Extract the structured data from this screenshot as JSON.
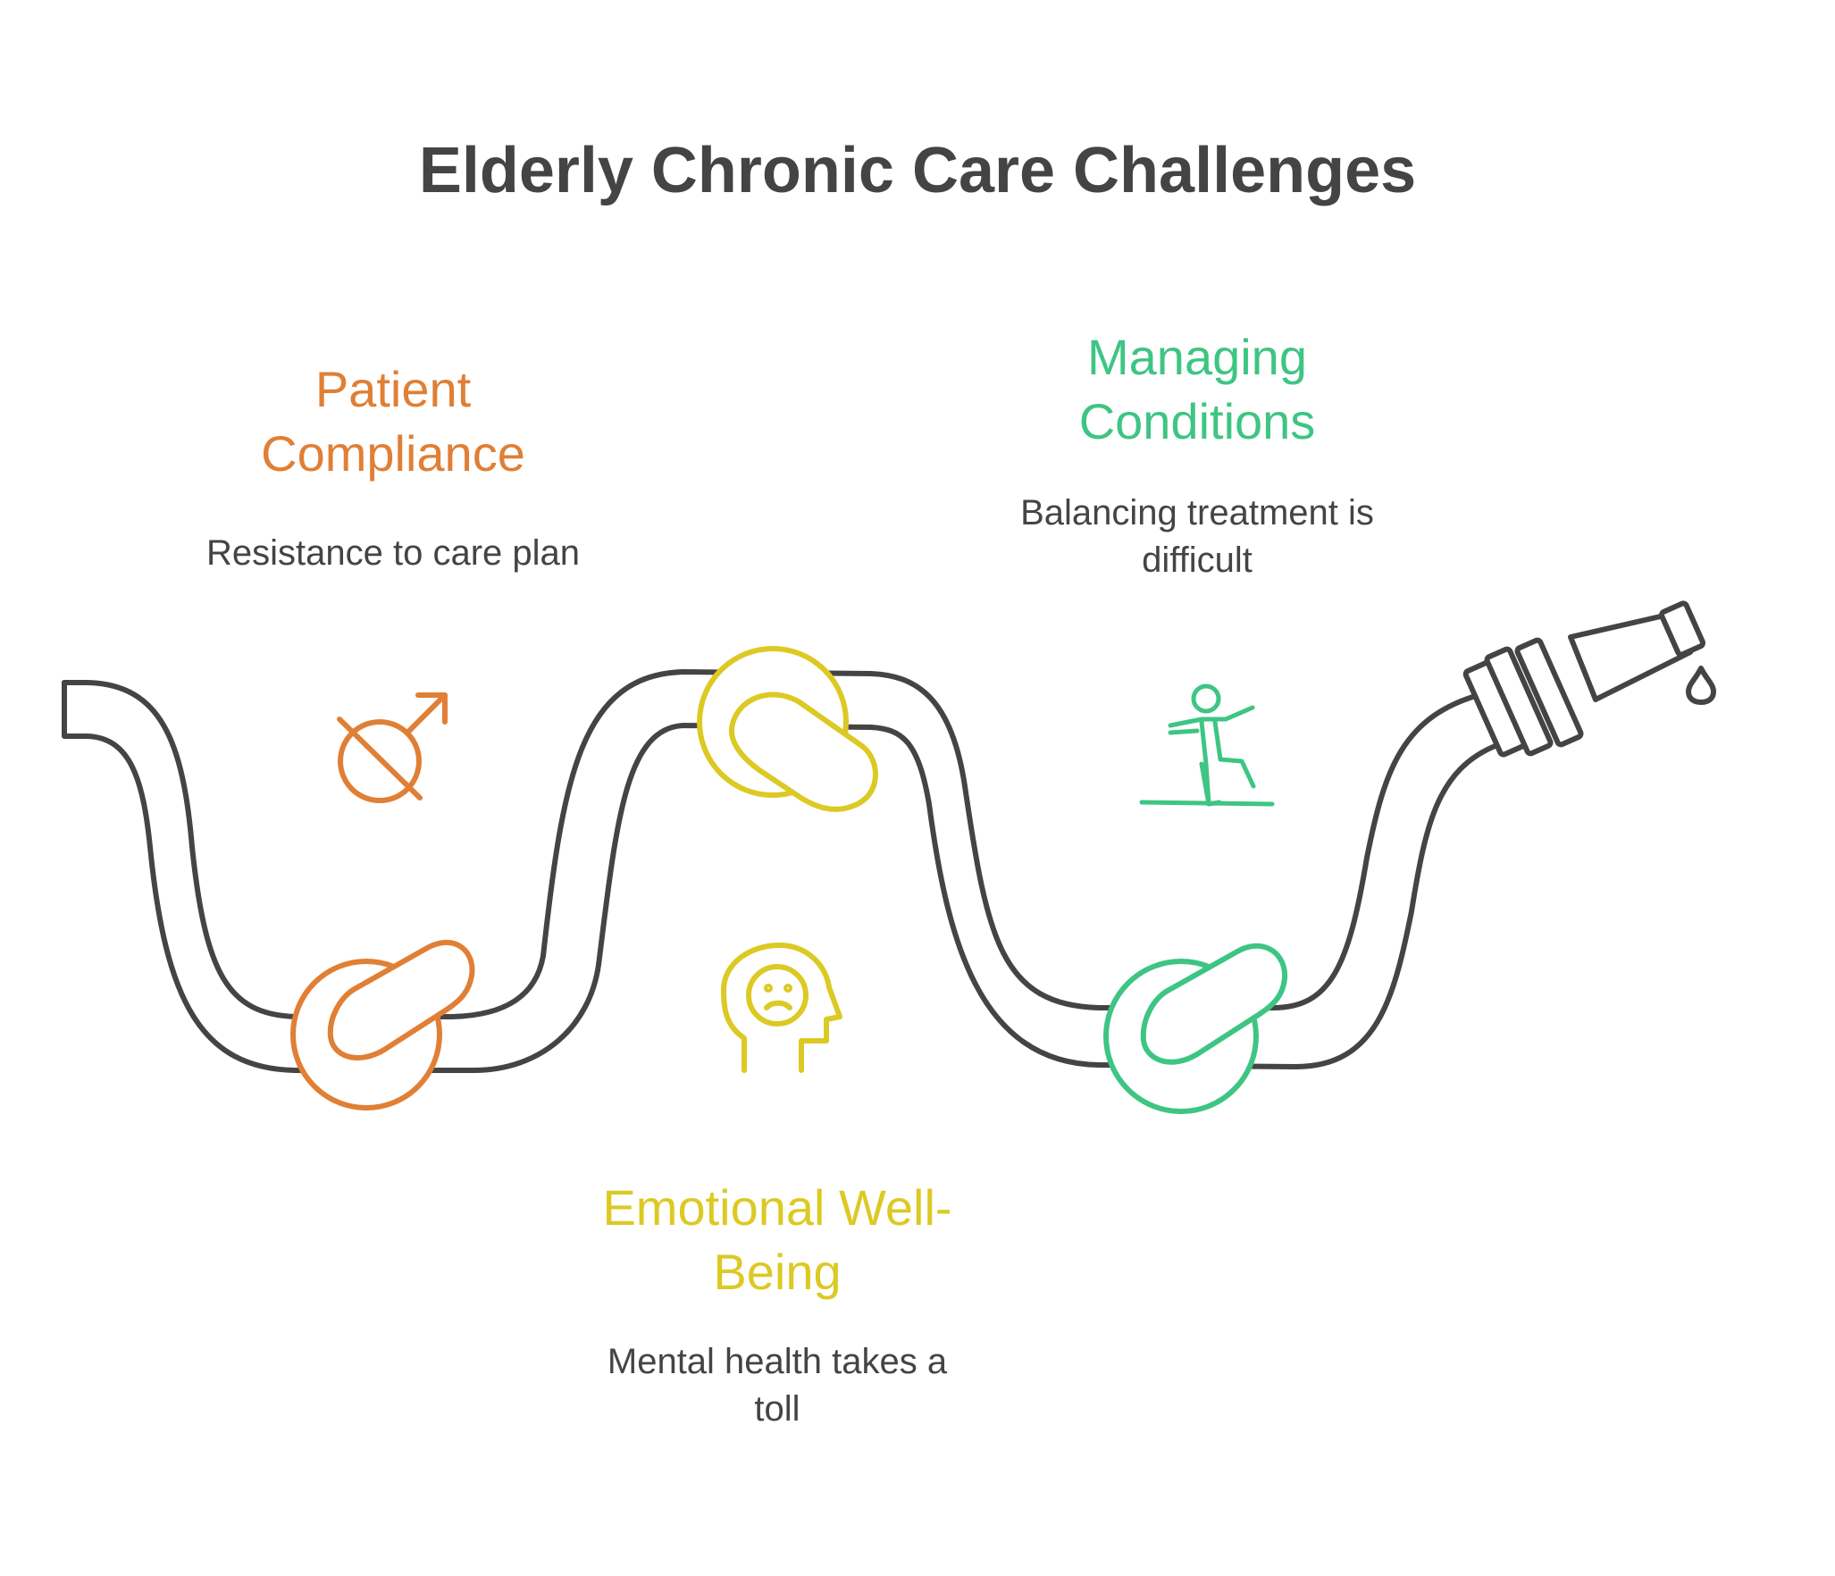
{
  "title": "Elderly Chronic Care Challenges",
  "colors": {
    "text": "#444444",
    "hose": "#444444",
    "orange": "#E07F35",
    "yellow": "#DCC923",
    "green": "#3EC583"
  },
  "items": [
    {
      "heading_line1": "Patient",
      "heading_line2": "Compliance",
      "description_line1": "Resistance to care plan",
      "description_line2": "",
      "color": "#E07F35",
      "icon": "male-symbol-crossed-icon"
    },
    {
      "heading_line1": "Emotional Well-",
      "heading_line2": "Being",
      "description_line1": "Mental health takes a",
      "description_line2": "toll",
      "color": "#DCC923",
      "icon": "sad-head-icon"
    },
    {
      "heading_line1": "Managing",
      "heading_line2": "Conditions",
      "description_line1": "Balancing treatment is",
      "description_line2": "difficult",
      "color": "#3EC583",
      "icon": "balancing-person-icon"
    }
  ]
}
